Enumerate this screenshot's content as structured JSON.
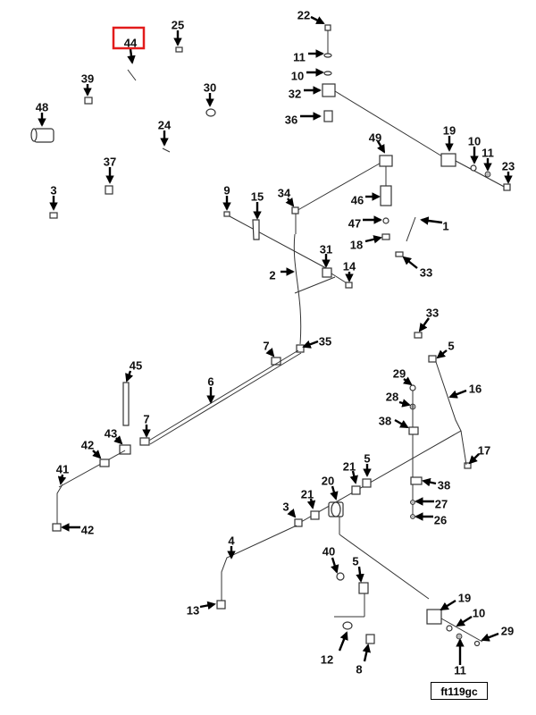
{
  "drawing_id": "ft119gc",
  "highlight_color": "#e21b1b",
  "highlighted_callout": "44",
  "callouts": [
    "44",
    "25",
    "39",
    "30",
    "48",
    "24",
    "37",
    "3",
    "22",
    "11",
    "10",
    "32",
    "36",
    "19",
    "10",
    "11",
    "23",
    "49",
    "46",
    "47",
    "18",
    "1",
    "33",
    "9",
    "15",
    "34",
    "31",
    "14",
    "2",
    "7",
    "35",
    "45",
    "6",
    "7",
    "43",
    "42",
    "41",
    "42",
    "33",
    "5",
    "16",
    "29",
    "28",
    "38",
    "17",
    "5",
    "21",
    "20",
    "21",
    "38",
    "27",
    "26",
    "3",
    "4",
    "13",
    "40",
    "5",
    "19",
    "10",
    "29",
    "12",
    "8",
    "11"
  ]
}
